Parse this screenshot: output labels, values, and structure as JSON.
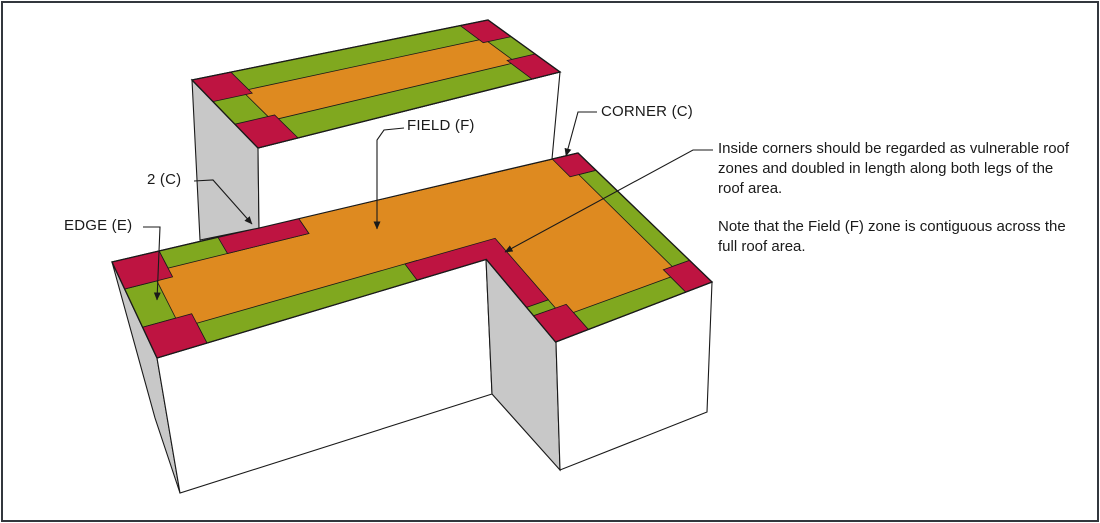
{
  "diagram": {
    "title_hint": "Roof wind zone diagram",
    "labels": {
      "field": "FIELD (F)",
      "corner": "CORNER (C)",
      "double_corner": "2 (C)",
      "edge": "EDGE (E)"
    },
    "notes": {
      "inside_corners": "Inside corners should be regarded as vulnerable roof zones and doubled in length along both legs of the roof area.",
      "field_contiguous": "Note that the Field (F) zone is contiguous across the full roof area."
    },
    "zones": [
      {
        "id": "field",
        "label": "FIELD (F)",
        "color": "#DE8A20"
      },
      {
        "id": "edge",
        "label": "EDGE (E)",
        "color": "#80A81F"
      },
      {
        "id": "corner",
        "label": "CORNER (C)",
        "color": "#BE1441"
      }
    ],
    "colors": {
      "wall_light": "#FFFFFF",
      "wall_shade": "#C8C8C8",
      "line": "#1A1A1A",
      "border": "#33373D",
      "background": "#FFFFFF"
    }
  }
}
